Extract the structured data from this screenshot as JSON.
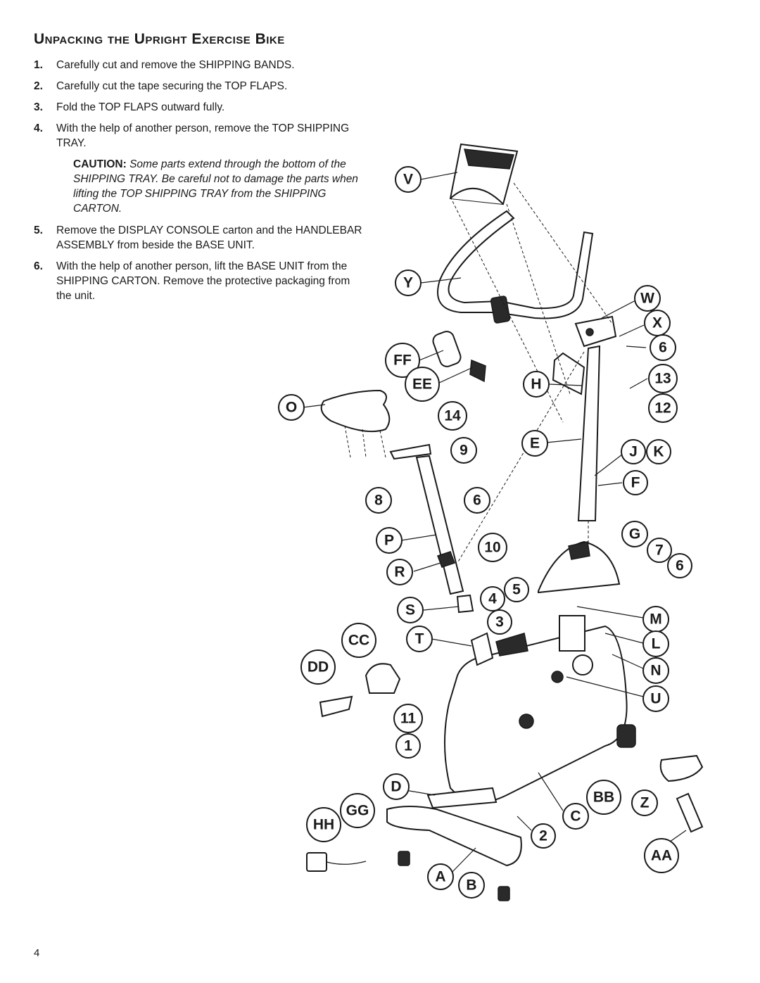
{
  "section_title": "Unpacking the Upright Exercise Bike",
  "steps": [
    {
      "num": "1.",
      "text": "Carefully cut and remove the SHIPPING BANDS."
    },
    {
      "num": "2.",
      "text": "Carefully cut the tape securing the TOP FLAPS."
    },
    {
      "num": "3.",
      "text": "Fold the TOP FLAPS outward fully."
    },
    {
      "num": "4.",
      "text": "With the help of another person, remove the TOP SHIPPING TRAY."
    },
    {
      "num": "5.",
      "text": "Remove the DISPLAY CONSOLE carton and the HANDLEBAR ASSEMBLY from beside the BASE UNIT."
    },
    {
      "num": "6.",
      "text": "With the help of another person, lift the BASE UNIT from the SHIPPING CARTON. Remove the protective packaging from the unit."
    }
  ],
  "caution": {
    "label": "CAUTION:",
    "text": "Some parts extend through the bottom of the SHIPPING TRAY. Be careful not to damage the parts when lifting the TOP SHIPPING TRAY from the SHIPPING CARTON."
  },
  "diagram_labels": [
    "V",
    "Y",
    "W",
    "X",
    "6",
    "FF",
    "EE",
    "H",
    "13",
    "O",
    "14",
    "12",
    "9",
    "E",
    "J",
    "K",
    "F",
    "8",
    "6",
    "P",
    "10",
    "G",
    "7",
    "6",
    "R",
    "5",
    "4",
    "S",
    "M",
    "3",
    "CC",
    "T",
    "L",
    "DD",
    "N",
    "U",
    "11",
    "1",
    "D",
    "BB",
    "Z",
    "GG",
    "C",
    "HH",
    "2",
    "AA",
    "A",
    "B"
  ],
  "page_number": "4"
}
